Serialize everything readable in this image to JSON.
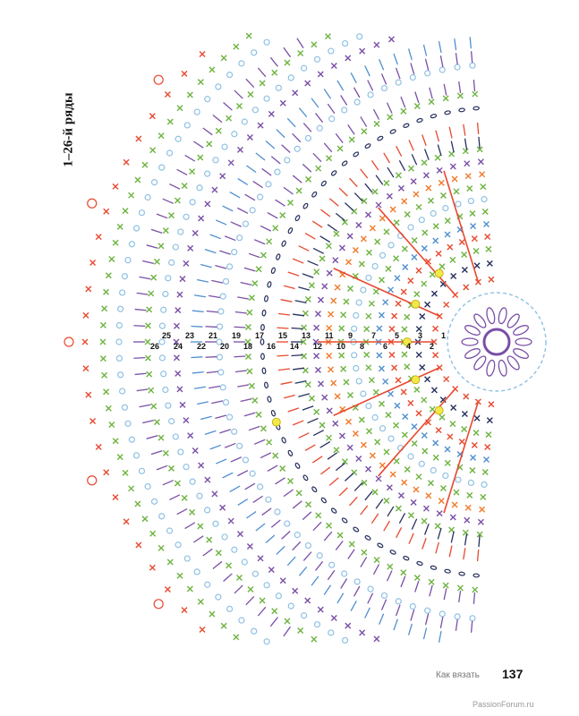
{
  "title": "1–26-й ряды",
  "footer": {
    "section": "Как вязать",
    "page": "137"
  },
  "watermark": "PassionForum.ru",
  "row_labels": [
    "1",
    "2",
    "3",
    "4",
    "5",
    "6",
    "7",
    "8",
    "9",
    "10",
    "11",
    "12",
    "13",
    "14",
    "15",
    "16",
    "17",
    "18",
    "19",
    "20",
    "21",
    "22",
    "23",
    "24",
    "25",
    "26"
  ],
  "colors": {
    "red": "#e8492f",
    "orange": "#f07a2a",
    "green": "#6db33f",
    "purple": "#7a4fa6",
    "lightblue": "#8fc1e3",
    "blue": "#4f8fcf",
    "navy": "#27305e",
    "yellow": "#f2e84a"
  }
}
